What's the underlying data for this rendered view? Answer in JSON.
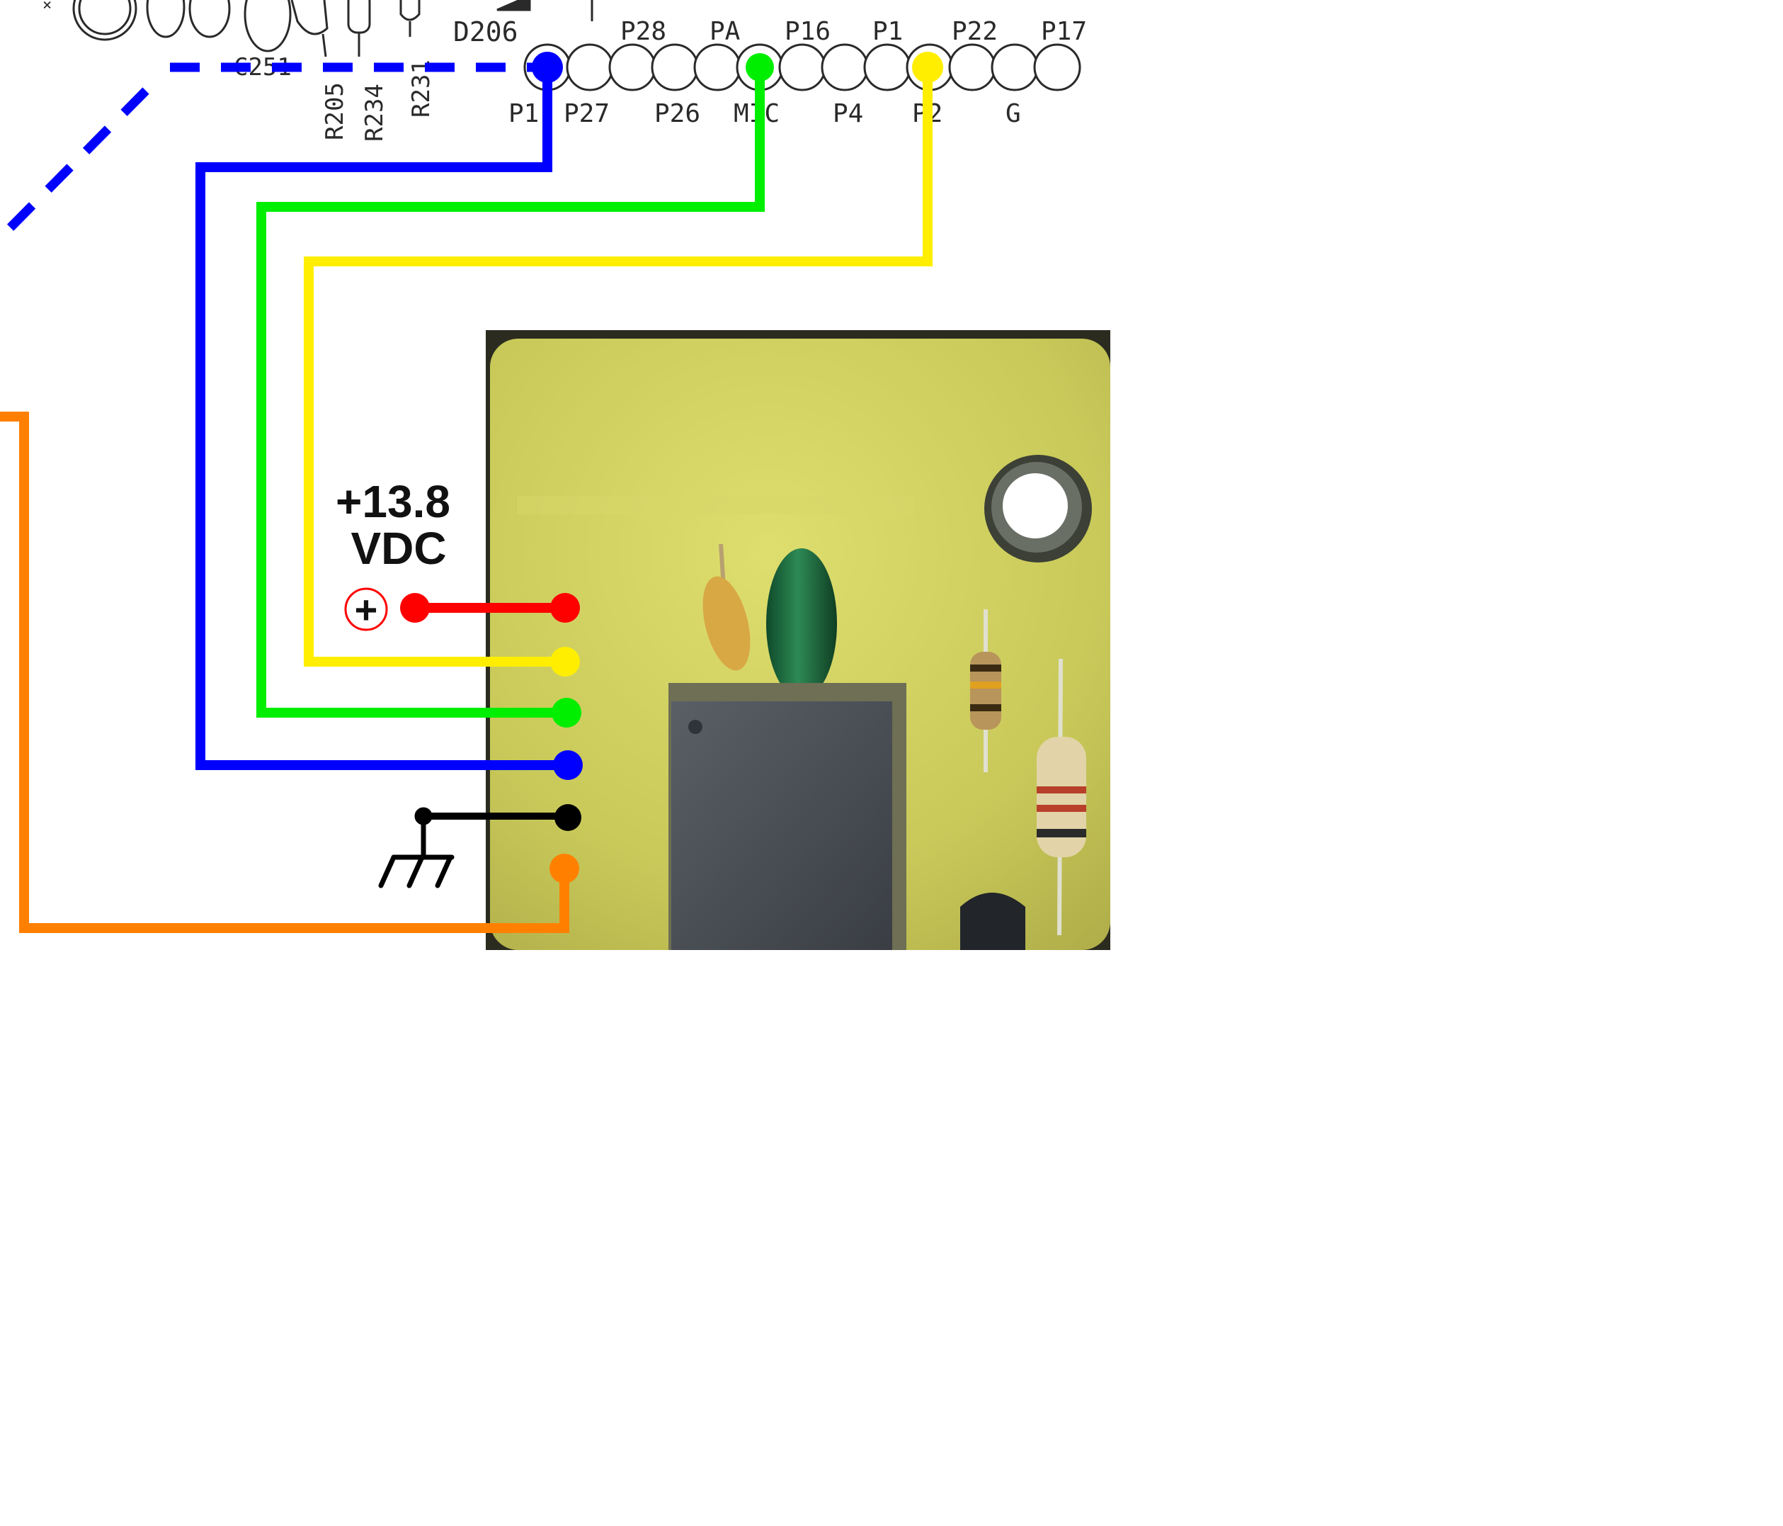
{
  "header": {
    "component_labels": [
      "D206",
      "C251",
      "R205",
      "R234",
      "R231"
    ],
    "pins_top": [
      "P28",
      "PA",
      "P16",
      "P1",
      "P22",
      "P17"
    ],
    "pins_bottom": [
      "P1",
      "P27",
      "P26",
      "MIC",
      "P4",
      "P2",
      "G"
    ]
  },
  "power": {
    "voltage": "+13.8",
    "unit": "VDC",
    "symbol": "+"
  },
  "wires": [
    {
      "id": "red",
      "color": "#ff0000",
      "from": "+13.8 VDC",
      "to": "board-pad-1"
    },
    {
      "id": "yellow",
      "color": "#ffee00",
      "from": "P2",
      "to": "board-pad-2"
    },
    {
      "id": "green",
      "color": "#00ee00",
      "from": "MIC",
      "to": "board-pad-3"
    },
    {
      "id": "blue",
      "color": "#0000ff",
      "from": "P1",
      "to": "board-pad-4"
    },
    {
      "id": "black",
      "color": "#000000",
      "from": "ground",
      "to": "board-pad-5"
    },
    {
      "id": "orange",
      "color": "#ff8000",
      "from": "off-page",
      "to": "board-pad-6"
    }
  ],
  "colors": {
    "board": "#d2d25a",
    "board_edge": "#2b2b1f",
    "chip": "#4a4f55"
  }
}
